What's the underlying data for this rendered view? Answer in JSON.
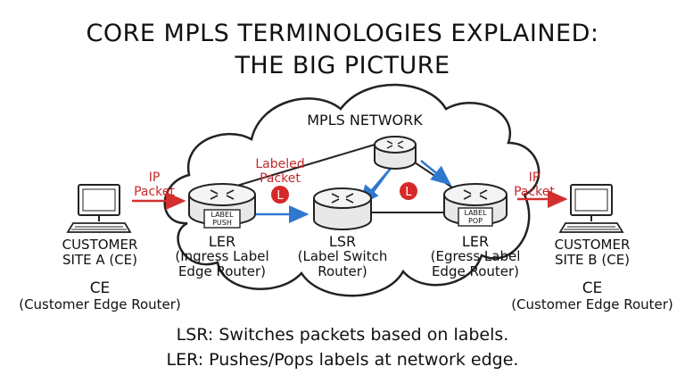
{
  "title": {
    "line1": "CORE MPLS TERMINOLOGIES EXPLAINED:",
    "line2": "THE BIG PICTURE"
  },
  "network_label": "MPLS NETWORK",
  "site_a": {
    "name_line1": "CUSTOMER",
    "name_line2": "SITE A (CE)",
    "role_line1": "CE",
    "role_line2": "(Customer Edge Router)",
    "packet_line1": "IP",
    "packet_line2": "Packet"
  },
  "site_b": {
    "name_line1": "CUSTOMER",
    "name_line2": "SITE B (CE)",
    "role_line1": "CE",
    "role_line2": "(Customer Edge Router)",
    "packet_line1": "IP",
    "packet_line2": "Packet"
  },
  "ingress": {
    "tag_line1": "LABEL",
    "tag_line2": "PUSH",
    "name": "LER",
    "desc_line1": "(Ingress Label",
    "desc_line2": "Edge Router)"
  },
  "lsr": {
    "name": "LSR",
    "desc_line1": "(Label Switch",
    "desc_line2": "Router)"
  },
  "egress": {
    "tag_line1": "LABEL",
    "tag_line2": "POP",
    "name": "LER",
    "desc_line1": "(Egress Label",
    "desc_line2": "Edge Router)"
  },
  "labeled_packet": {
    "line1": "Labeled",
    "line2": "Packet",
    "marker": "L"
  },
  "notes": {
    "lsr": "LSR: Switches packets based on labels.",
    "ler": "LER: Pushes/Pops labels at network edge."
  },
  "colors": {
    "red_arrow": "#d32f2f",
    "blue_arrow": "#2f78d0",
    "label_marker": "#d62828",
    "router_fill": "#e8e8e8"
  }
}
